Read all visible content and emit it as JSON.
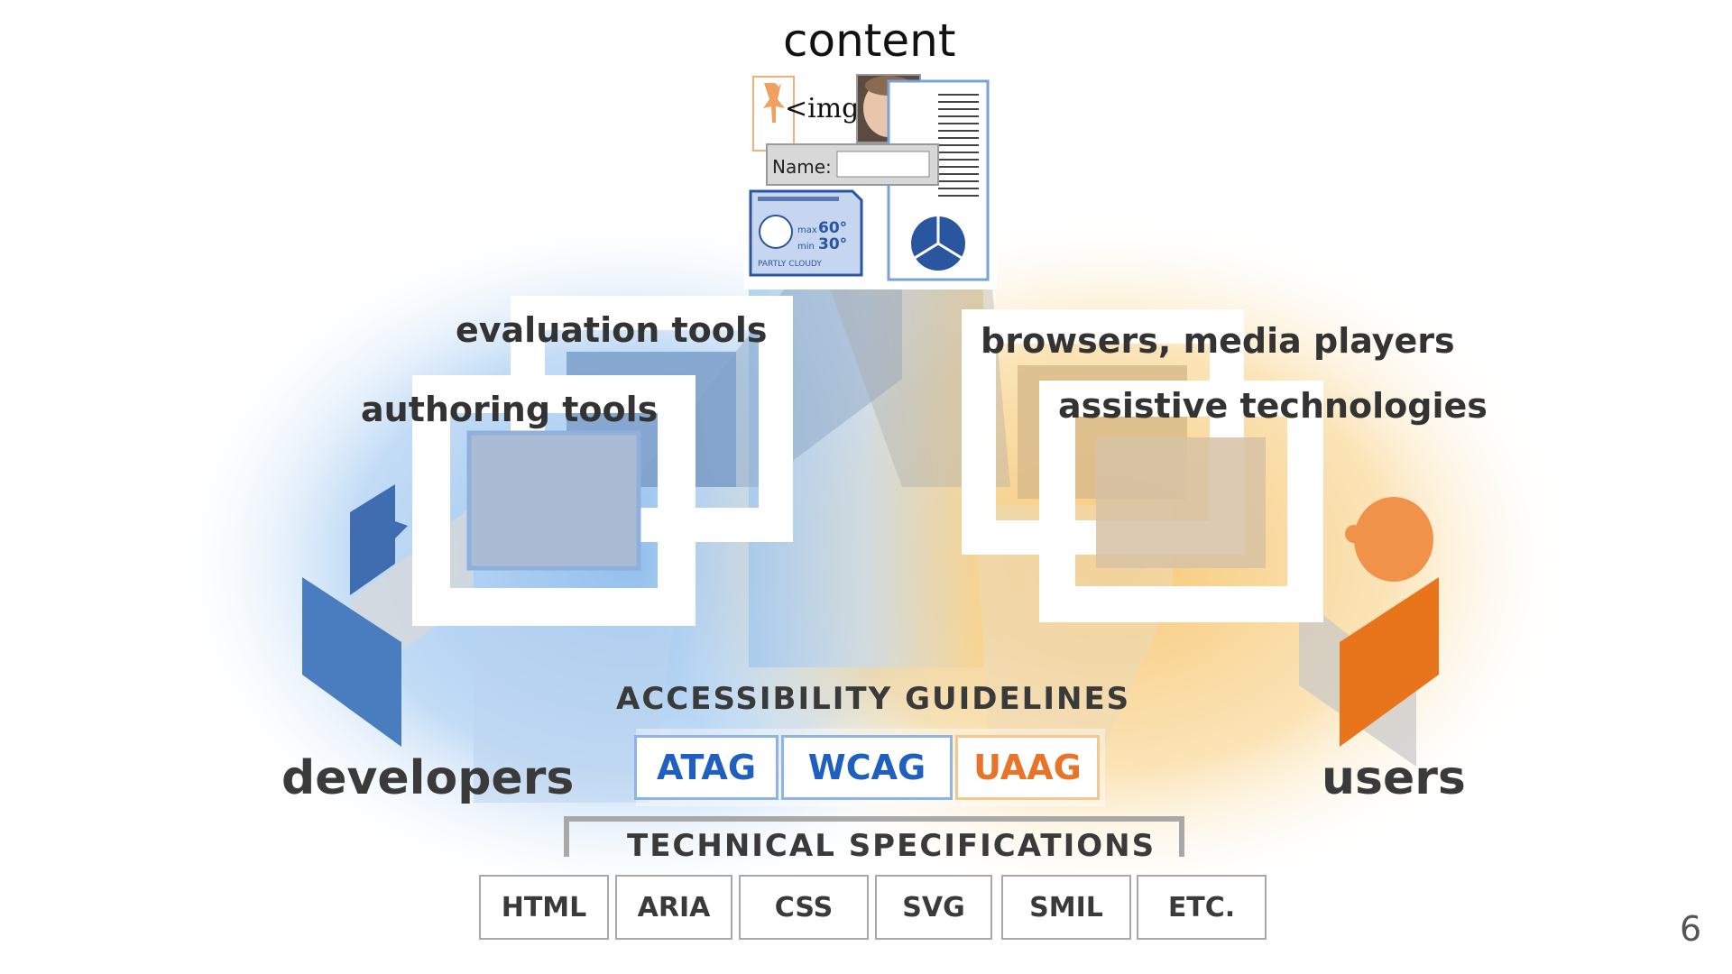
{
  "content_label": "content",
  "content_collage": {
    "img_tag_text": "<img",
    "name_field_label": "Name:",
    "weather": {
      "max_label": "max",
      "max_value": "60°",
      "min_label": "min",
      "min_value": "30°",
      "condition": "PARTLY CLOUDY"
    }
  },
  "tools": {
    "evaluation": "evaluation tools",
    "authoring": "authoring tools",
    "browsers": "browsers, media players",
    "assistive": "assistive technologies"
  },
  "actors": {
    "developers": "developers",
    "users": "users"
  },
  "guidelines": {
    "heading": "ACCESSIBILITY GUIDELINES",
    "items": [
      {
        "label": "ATAG",
        "color": "#1f5fbf"
      },
      {
        "label": "WCAG",
        "color": "#1f5fbf"
      },
      {
        "label": "UAAG",
        "color": "#e8742a"
      }
    ]
  },
  "specs": {
    "heading": "TECHNICAL SPECIFICATIONS",
    "items": [
      "HTML",
      "ARIA",
      "CSS",
      "SVG",
      "SMIL",
      "ETC."
    ]
  },
  "slide_number": "6",
  "colors": {
    "developer_blue": "#4a7cc0",
    "user_orange": "#e8741c",
    "blue_glow": "#7fb2ea",
    "orange_glow": "#f6c46a"
  }
}
